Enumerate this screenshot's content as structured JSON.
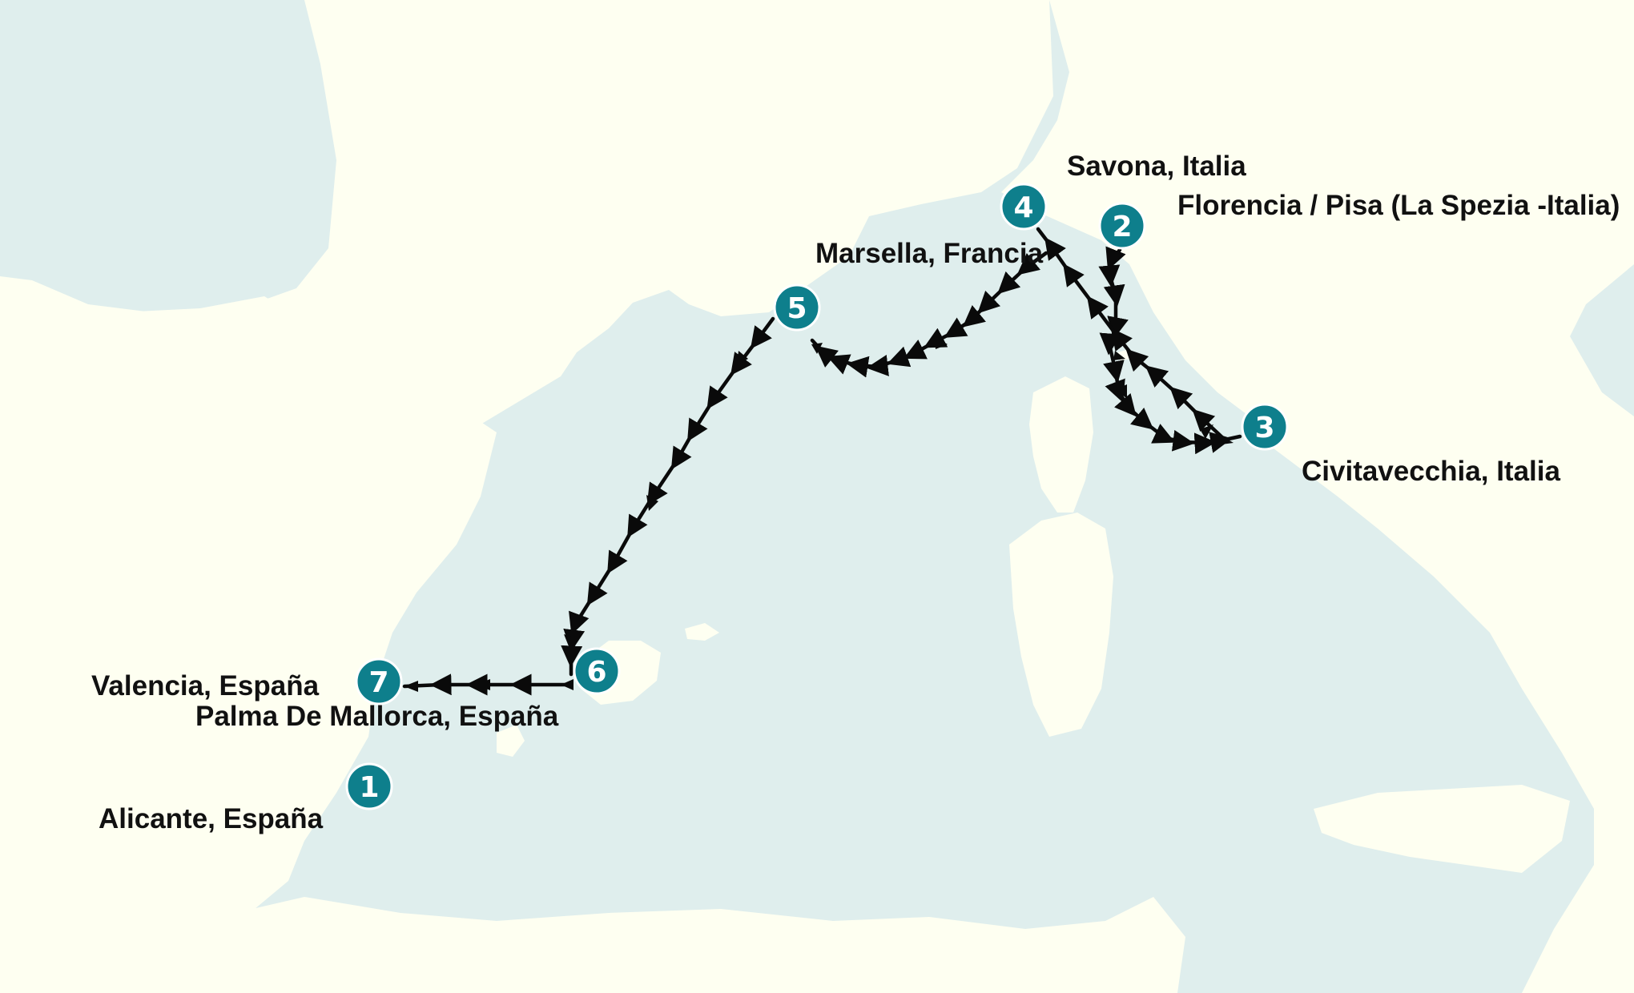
{
  "colors": {
    "sea": "#dfeeed",
    "land": "#fefff1",
    "route": "#0a0a0a",
    "marker": "#0e7f8c",
    "marker_border": "#ffffff",
    "label": "#111111"
  },
  "stops": [
    {
      "number": "1",
      "name": "Alicante, España"
    },
    {
      "number": "2",
      "name": "Florencia / Pisa (La Spezia -Italia)"
    },
    {
      "number": "3",
      "name": "Civitavecchia, Italia"
    },
    {
      "number": "4",
      "name": "Savona, Italia"
    },
    {
      "number": "5",
      "name": "Marsella, Francia"
    },
    {
      "number": "6",
      "name": "Palma De Mallorca, España"
    },
    {
      "number": "7",
      "name": "Valencia, España"
    }
  ]
}
